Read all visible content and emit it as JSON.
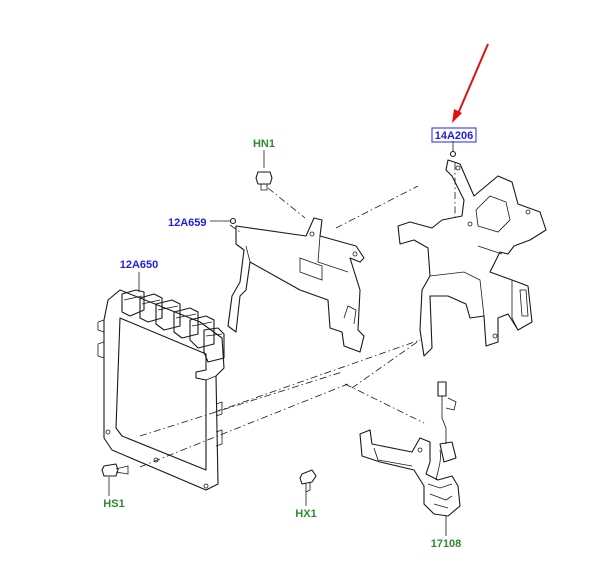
{
  "labels": {
    "hn1": "HN1",
    "c12a659": "12A659",
    "c12a650": "12A650",
    "c14a206": "14A206",
    "hs1": "HS1",
    "hx1": "HX1",
    "c17108": "17108"
  },
  "colors": {
    "green_label": "#2e8b2e",
    "blue_label": "#1e1ee6",
    "highlight_box": "#2020ff",
    "arrow": "#e01010",
    "line": "#1a1a1a"
  }
}
